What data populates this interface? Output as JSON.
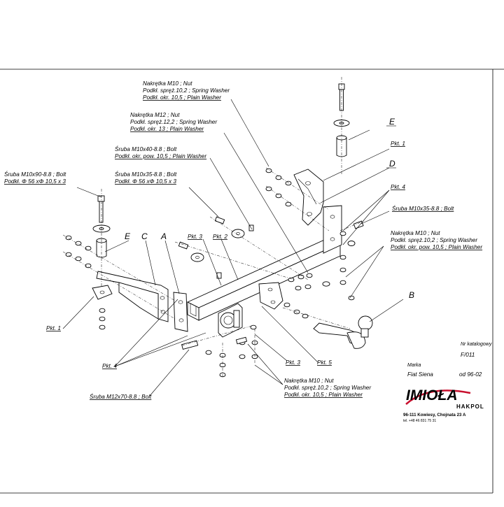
{
  "callouts": {
    "nut_m10_top": {
      "l1": "Nakrętka  M10 ; Nut",
      "l2": "Podkł. spręż.10,2 ; Spring Washer",
      "l3": "Podkł. okr. 10,5 ; Plain Washer"
    },
    "nut_m12": {
      "l1": "Nakrętka  M12 ; Nut",
      "l2": "Podkł. spręż.12,2 ; Spring Washer",
      "l3": "Podkł. okr. 13 ; Plain Washer"
    },
    "bolt_m10x40": {
      "l1": "Śruba M10x40-8.8 ;  Bolt",
      "l2": "Podkł. okr. pow. 10,5 ; Plain Washer"
    },
    "bolt_m10x90": {
      "l1": "Śruba M10x90-8.8 ;  Bolt",
      "l2": "Podkł. Φ 56 xΦ 10,5 x 3"
    },
    "bolt_m10x35_left": {
      "l1": "Śruba M10x35-8.8 ;  Bolt",
      "l2": "Podkł. Φ 56 xΦ 10,5 x 3"
    },
    "bolt_m10x35_right": "Śruba M10x35-8.8 ;  Bolt",
    "nut_m10_right": {
      "l1": "Nakrętka  M10 ; Nut",
      "l2": "Podkł. spręż.10,2 ; Spring Washer",
      "l3": "Podkł. okr. pow. 10,5 ; Plain Washer"
    },
    "bolt_m12x70": "Śruba M12x70-8.8 ;  Bolt",
    "nut_m10_bottom": {
      "l1": "Nakrętka  M10 ; Nut",
      "l2": "Podkł. spręż.10,2 ; Spring Washer",
      "l3": "Podkł. okr. 10,5 ; Plain Washer"
    }
  },
  "letters": {
    "a": "A",
    "b": "B",
    "c": "C",
    "d": "D",
    "e1": "E",
    "e2": "E"
  },
  "pkt": {
    "p1": "Pkt. 1",
    "p2": "Pkt. 2",
    "p3": "Pkt. 3",
    "p4": "Pkt. 4",
    "p5": "Pkt. 5"
  },
  "info": {
    "catalog_label": "Nr katalogowy",
    "catalog_number": "F/011",
    "make_label": "Marka",
    "model": "Fiat Siena",
    "from_label": "od  96-02"
  },
  "logo": {
    "brand": "IMIOŁA",
    "sub": "HAKPOL",
    "address": "96-111 Kowiesy, Chojnata 23 A",
    "phone": "tel. +48 46 831 75 31",
    "colors": {
      "brand": "#c8102e",
      "sub": "#222222"
    }
  }
}
